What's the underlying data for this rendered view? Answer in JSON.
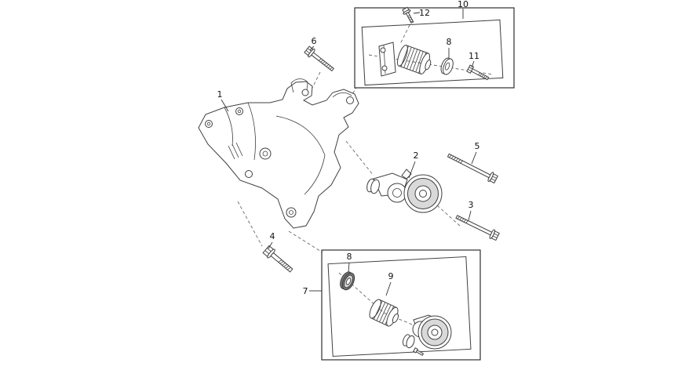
{
  "figure": {
    "type": "exploded-parts-diagram",
    "background": "#ffffff",
    "colors": {
      "line": "#3f3f3f",
      "shade": "#d9d9d9",
      "dark": "#757575",
      "box": "#2f2f2f",
      "background": "#ffffff"
    },
    "callouts": {
      "part1": "1",
      "part2": "2",
      "part3": "3",
      "part4": "4",
      "part5": "5",
      "part6": "6",
      "part7": "7",
      "part8_top": "8",
      "part8_bottom": "8",
      "part9": "9",
      "part10": "10",
      "part11": "11",
      "part12": "12"
    }
  }
}
